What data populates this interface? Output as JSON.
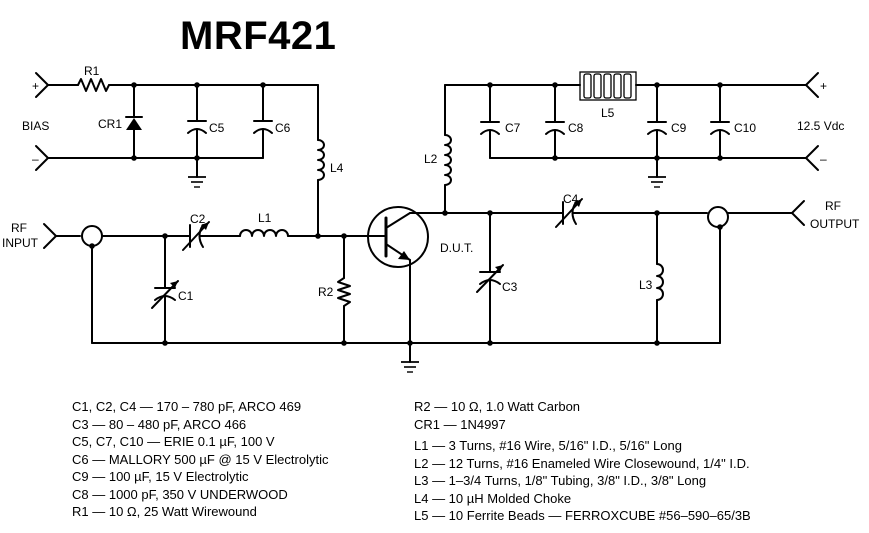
{
  "title": "MRF421",
  "schematic": {
    "labels": {
      "bias": "BIAS",
      "bias_plus": "+",
      "bias_minus": "–",
      "rf_input_1": "RF",
      "rf_input_2": "INPUT",
      "rf_output_1": "RF",
      "rf_output_2": "OUTPUT",
      "vdc": "12.5 Vdc",
      "vdc_plus": "+",
      "vdc_minus": "–",
      "dut": "D.U.T."
    },
    "components": {
      "r1": "R1",
      "cr1": "CR1",
      "c5": "C5",
      "c6": "C6",
      "l4": "L4",
      "c2": "C2",
      "l1": "L1",
      "c1": "C1",
      "r2": "R2",
      "l2": "L2",
      "c7": "C7",
      "c8": "C8",
      "l5": "L5",
      "c9": "C9",
      "c10": "C10",
      "c4": "C4",
      "c3": "C3",
      "l3": "L3"
    }
  },
  "parts_list": {
    "left": [
      "C1, C2, C4 — 170 – 780 pF, ARCO 469",
      "C3 — 80 – 480 pF, ARCO 466",
      "C5, C7, C10 — ERIE 0.1 µF, 100 V",
      "C6 — MALLORY 500 µF @ 15 V Electrolytic",
      "C9 — 100 µF, 15 V Electrolytic",
      "C8 — 1000 pF, 350 V UNDERWOOD",
      "R1 — 10 Ω, 25 Watt Wirewound"
    ],
    "right_top": [
      "R2 — 10 Ω, 1.0 Watt Carbon",
      "CR1 — 1N4997"
    ],
    "right_bottom": [
      "L1 — 3 Turns, #16 Wire, 5/16\" I.D., 5/16\" Long",
      "L2 — 12 Turns, #16 Enameled Wire Closewound, 1/4\" I.D.",
      "L3 — 1–3/4 Turns, 1/8\" Tubing, 3/8\" I.D., 3/8\" Long",
      "L4 — 10 µH Molded Choke",
      "L5 — 10 Ferrite Beads — FERROXCUBE #56–590–65/3B"
    ]
  }
}
